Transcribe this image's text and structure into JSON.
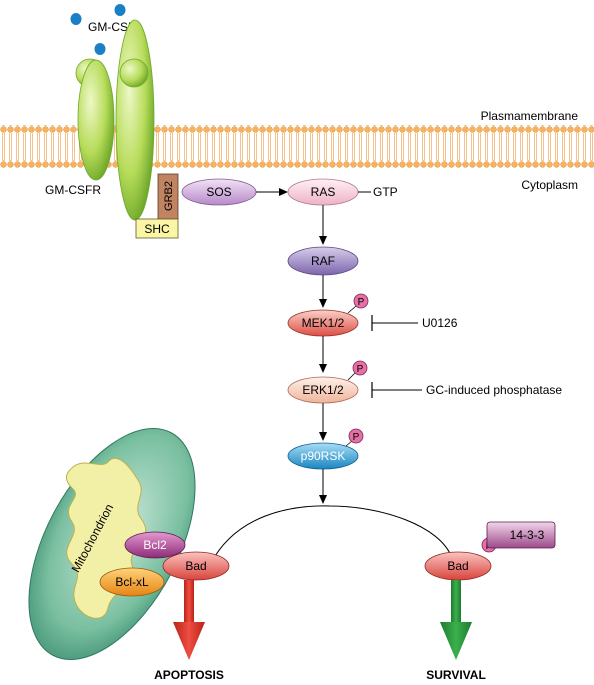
{
  "ligand": {
    "label": "GM-CSF"
  },
  "membrane": {
    "outer_label": "Plasmamembrane",
    "inner_label": "Cytoplasm"
  },
  "receptor": {
    "label": "GM-CSFR"
  },
  "adaptors": {
    "grb2": "GRB2",
    "shc": "SHC"
  },
  "pathway": {
    "sos": "SOS",
    "ras": "RAS",
    "gtp": "GTP",
    "raf": "RAF",
    "mek": "MEK1/2",
    "erk": "ERK1/2",
    "p90rsk": "p90RSK",
    "phospho": "P"
  },
  "inhibitors": {
    "mek_inhibitor": "U0126",
    "erk_inhibitor": "GC-induced phosphatase"
  },
  "mitochondrion": {
    "label": "Mitochondrion"
  },
  "left_branch": {
    "bcl2": "Bcl2",
    "bad": "Bad",
    "bclxl": "Bcl-xL",
    "outcome": "APOPTOSIS"
  },
  "right_branch": {
    "bad": "Bad",
    "protein_1433": "14-3-3",
    "outcome": "SURVIVAL"
  },
  "colors": {
    "ligand": "#1a7fc4",
    "receptor": "#a4d34a",
    "membrane_head": "#f3a24e",
    "sos": "#c9a6d6",
    "ras": "#f4c9d6",
    "raf": "#9b86c2",
    "mek": "#e8695f",
    "erk": "#f6cdb8",
    "p90rsk": "#2a9fd6",
    "phospho": "#e76fa6",
    "mitochondrion": "#5fae8e",
    "apoptosis_arrow": "#d93328",
    "survival_arrow": "#2a8f3a"
  }
}
